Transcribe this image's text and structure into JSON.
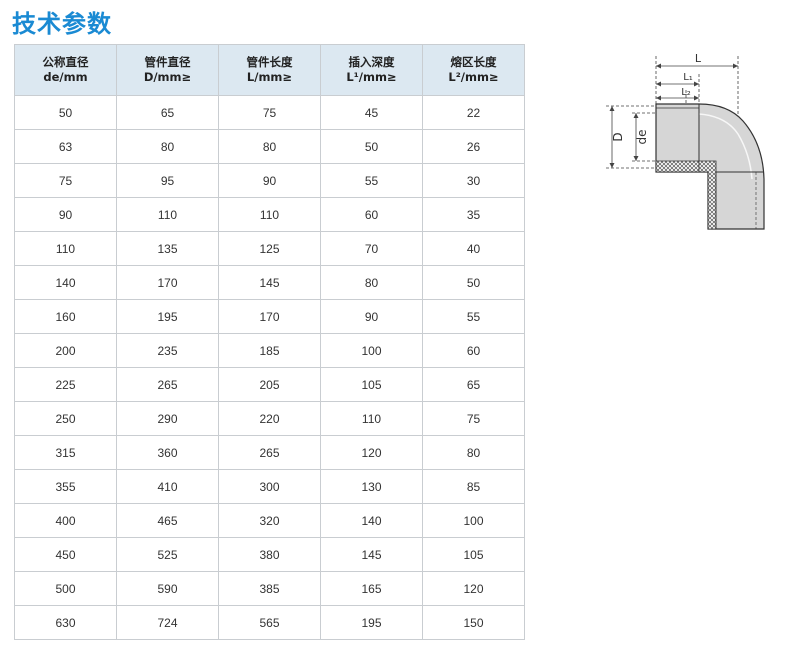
{
  "title": "技术参数",
  "table": {
    "headers": [
      {
        "line1": "公称直径",
        "line2": "de/mm"
      },
      {
        "line1": "管件直径",
        "line2": "D/mm≥"
      },
      {
        "line1": "管件长度",
        "line2": "L/mm≥"
      },
      {
        "line1": "插入深度",
        "line2": "L¹/mm≥"
      },
      {
        "line1": "熔区长度",
        "line2": "L²/mm≥"
      }
    ],
    "rows": [
      [
        "50",
        "65",
        "75",
        "45",
        "22"
      ],
      [
        "63",
        "80",
        "80",
        "50",
        "26"
      ],
      [
        "75",
        "95",
        "90",
        "55",
        "30"
      ],
      [
        "90",
        "110",
        "110",
        "60",
        "35"
      ],
      [
        "110",
        "135",
        "125",
        "70",
        "40"
      ],
      [
        "140",
        "170",
        "145",
        "80",
        "50"
      ],
      [
        "160",
        "195",
        "170",
        "90",
        "55"
      ],
      [
        "200",
        "235",
        "185",
        "100",
        "60"
      ],
      [
        "225",
        "265",
        "205",
        "105",
        "65"
      ],
      [
        "250",
        "290",
        "220",
        "110",
        "75"
      ],
      [
        "315",
        "360",
        "265",
        "120",
        "80"
      ],
      [
        "355",
        "410",
        "300",
        "130",
        "85"
      ],
      [
        "400",
        "465",
        "320",
        "140",
        "100"
      ],
      [
        "450",
        "525",
        "380",
        "145",
        "105"
      ],
      [
        "500",
        "590",
        "385",
        "165",
        "120"
      ],
      [
        "630",
        "724",
        "565",
        "195",
        "150"
      ]
    ]
  },
  "diagram": {
    "label_L": "L",
    "label_L1": "L₁",
    "label_L2": "L₂",
    "label_D": "D",
    "label_de": "de"
  },
  "colors": {
    "title": "#1a8ad3",
    "header_bg": "#dce8f1",
    "border": "#c9cdd1"
  }
}
